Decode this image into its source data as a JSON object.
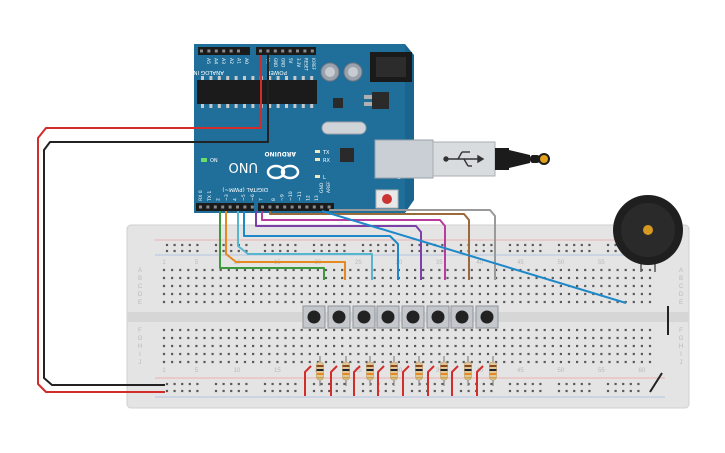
{
  "arduino": {
    "model": "UNO",
    "brand": "ARDUINO",
    "digital_label": "DIGITAL (PWM~)",
    "analog_label": "ANALOG IN",
    "power_label": "POWER",
    "on_label": "ON",
    "tx_label": "TX",
    "rx_label": "RX",
    "l_label": "L",
    "aref_label": "AREF",
    "gnd_label": "GND",
    "digital_pins": [
      "13",
      "12",
      "~11",
      "~10",
      "~9",
      "8",
      "7",
      "~6",
      "~5",
      "4",
      "~3",
      "2",
      "TX 1",
      "RX 0"
    ],
    "analog_pins": [
      "A0",
      "A1",
      "A2",
      "A3",
      "A4",
      "A5"
    ],
    "power_pins": [
      "IOREF",
      "RESET",
      "3.3V",
      "5V",
      "GND",
      "GND",
      "Vin"
    ]
  },
  "breadboard": {
    "column_numbers": [
      "1",
      "5",
      "10",
      "15",
      "20",
      "25",
      "30",
      "35",
      "40",
      "45",
      "50",
      "55",
      "60"
    ],
    "row_letters_top": [
      "A",
      "B",
      "C",
      "D",
      "E"
    ],
    "row_letters_bottom": [
      "F",
      "G",
      "H",
      "I",
      "J"
    ]
  },
  "components": {
    "button_count": 8,
    "resistor_count": 8,
    "buzzer": "piezo-buzzer"
  },
  "colors": {
    "board_blue": "#1f6f9a",
    "breadboard": "#e4e4e4",
    "wire_red": "#d42b2b",
    "wire_black": "#222222",
    "wire_green": "#3c9a3c",
    "wire_orange": "#e58a1f",
    "wire_cyan": "#56b6cc",
    "wire_purple": "#7d3fa8",
    "wire_magenta": "#b83b9e",
    "wire_brown": "#9a6a3a",
    "wire_gray": "#9a9a9a",
    "wire_blue": "#1e88c8"
  }
}
